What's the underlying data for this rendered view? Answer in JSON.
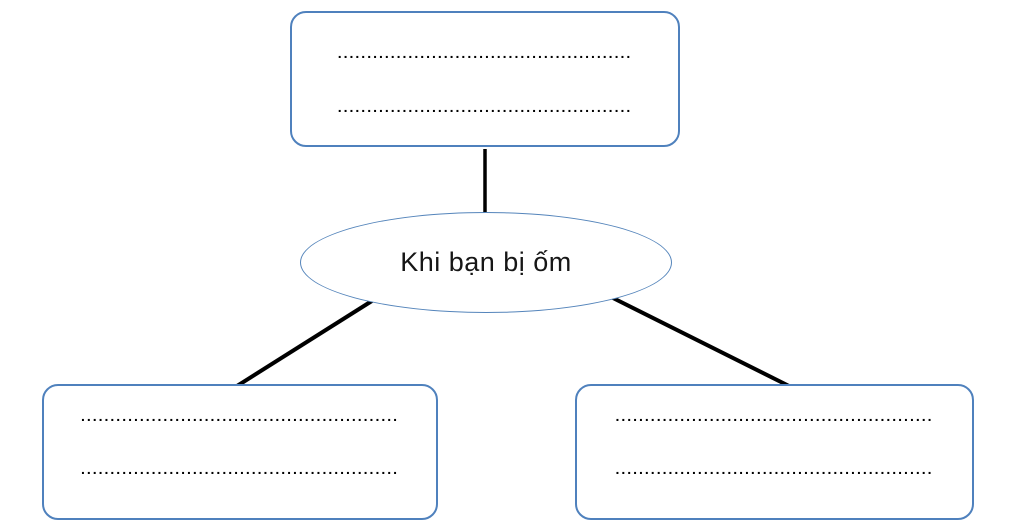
{
  "diagram": {
    "title": "Khi ban bi om mind map worksheet",
    "center_ellipse": {
      "label": "Khi bạn bị ốm"
    },
    "top_box": {
      "line1": "..................................................",
      "line2": ".................................................."
    },
    "bottom_left_box": {
      "line1": "......................................................",
      "line2": "......................................................"
    },
    "bottom_right_box": {
      "line1": "......................................................",
      "line2": "......................................................"
    },
    "colors": {
      "shape_border": "#4f81bd",
      "ellipse_border": "#5585bb",
      "connector": "#000000",
      "background": "#ffffff",
      "text": "#161616"
    },
    "connectors": [
      {
        "from": "center_ellipse",
        "to": "top_box"
      },
      {
        "from": "center_ellipse",
        "to": "bottom_left_box"
      },
      {
        "from": "center_ellipse",
        "to": "bottom_right_box"
      }
    ]
  }
}
